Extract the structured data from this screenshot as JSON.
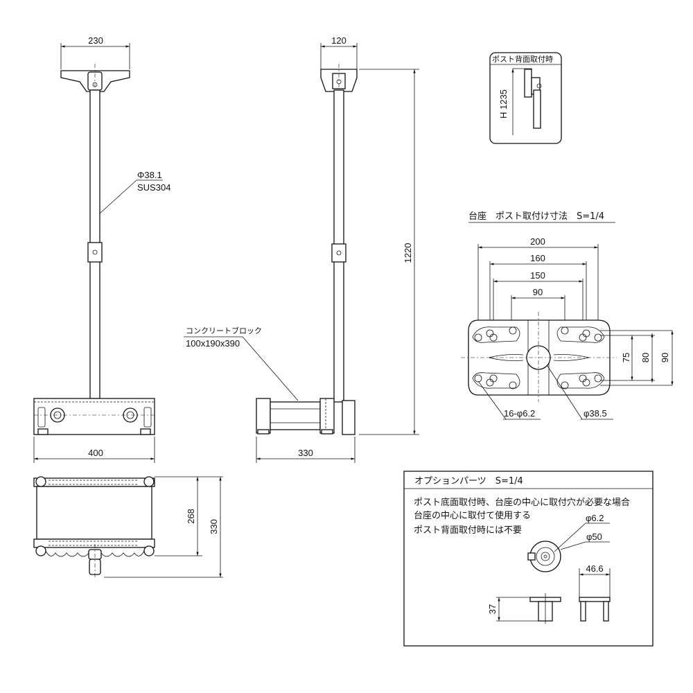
{
  "front_view": {
    "width_top": "230",
    "pipe_label_1": "Φ38.1",
    "pipe_label_2": "SUS304",
    "width_base": "400"
  },
  "side_view": {
    "width_top": "120",
    "height": "1220",
    "block_label_1": "コンクリートブロック",
    "block_label_2": "100x190x390",
    "width_base": "330"
  },
  "plan_view": {
    "dim_268": "268",
    "dim_330": "330"
  },
  "back_mount": {
    "title": "ポスト背面取付時",
    "height": "H 1235"
  },
  "base_plate": {
    "title": "台座　ポスト取付け寸法　S=1/4",
    "dim_200": "200",
    "dim_160": "160",
    "dim_150": "150",
    "dim_90_top": "90",
    "dim_75": "75",
    "dim_80": "80",
    "dim_90_side": "90",
    "holes": "16-φ6.2",
    "center_hole": "φ38.5"
  },
  "option_parts": {
    "title": "オプションパーツ　S=1/4",
    "line1": "ポスト底面取付時、台座の中心に取付穴が必要な場合",
    "line2": "台座の中心に取付て使用する",
    "line3": "ポスト背面取付時には不要",
    "dim_62": "φ6.2",
    "dim_50": "φ50",
    "dim_466": "46.6",
    "dim_37": "37"
  }
}
